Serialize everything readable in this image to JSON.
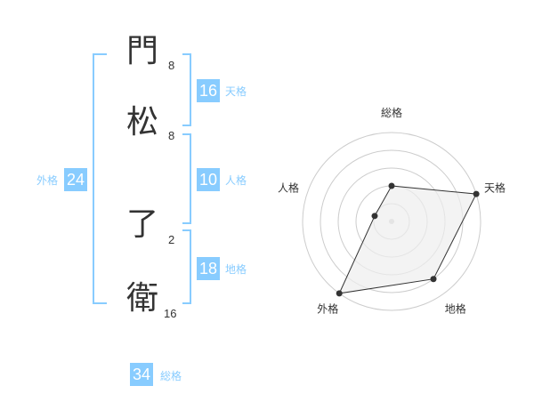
{
  "name": {
    "characters": [
      {
        "char": "門",
        "strokes": "8"
      },
      {
        "char": "松",
        "strokes": "8"
      },
      {
        "char": "了",
        "strokes": "2"
      },
      {
        "char": "衛",
        "strokes": "16"
      }
    ]
  },
  "fortunes": {
    "tenkaku": {
      "value": "16",
      "label": "天格"
    },
    "jinkaku": {
      "value": "10",
      "label": "人格"
    },
    "chikaku": {
      "value": "18",
      "label": "地格"
    },
    "gaikaku": {
      "value": "24",
      "label": "外格"
    },
    "soukaku": {
      "value": "34",
      "label": "総格"
    }
  },
  "colors": {
    "accent": "#88ccff",
    "text": "#333333",
    "polygon_fill": "#eeeeee"
  },
  "chart_data": {
    "type": "radar",
    "axes": [
      "総格",
      "天格",
      "地格",
      "外格",
      "人格"
    ],
    "values": [
      2,
      5,
      4,
      5,
      1
    ],
    "max": 5,
    "rings": 5
  }
}
